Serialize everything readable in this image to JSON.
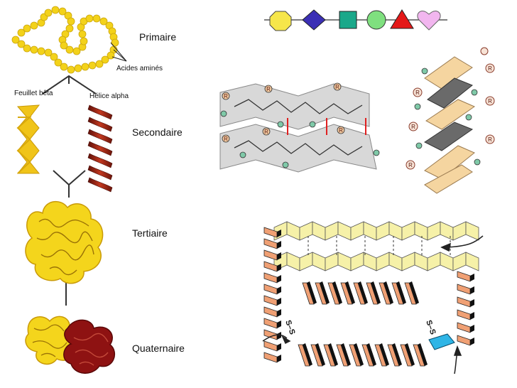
{
  "labels": {
    "primary": "Primaire",
    "amino_acids": "Acides aminés",
    "beta_sheet": "Feuillet bêta",
    "alpha_helix": "Hélice alpha",
    "secondary": "Secondaire",
    "tertiary": "Tertiaire",
    "quaternary": "Quaternaire"
  },
  "sheet_labels": {
    "residue": "R",
    "disulfide": "S–S"
  },
  "chain_icons": [
    "yellow-octagon-icon",
    "blue-diamond-icon",
    "teal-square-icon",
    "green-circle-icon",
    "red-triangle-icon",
    "pink-heart-icon"
  ],
  "colors": {
    "amino_yellow": "#f3d21a",
    "helix_red": "#a0281a",
    "sheet_gold": "#f0c419",
    "tertiary_yellow": "#f4d51c",
    "quaternary_dark": "#8e1212",
    "sheet_cream": "#f6f1a8",
    "helix_orange": "#f0a074",
    "disulfide_cyan": "#2fb5e6"
  }
}
